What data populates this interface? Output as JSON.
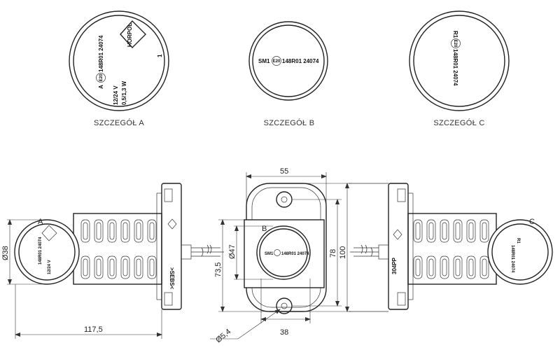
{
  "details": {
    "a": {
      "caption": "SZCZEGÓŁ A",
      "letter": "A",
      "approval_e": "E20",
      "approval_rest": "148R01 24074",
      "brand": "HORPOL",
      "voltage": "12/24 V",
      "power": "0,5/1,3 W",
      "index": "1"
    },
    "b": {
      "caption": "SZCZEGÓŁ B",
      "prefix": "SM1",
      "approval_e": "E20",
      "approval_rest": "148R01 24074"
    },
    "c": {
      "caption": "SZCZEGÓŁ C",
      "prefix": "R1",
      "approval_e": "E20",
      "approval_rest": "148R01 24074"
    }
  },
  "views": {
    "left": {
      "detail_letter": "A",
      "dim_diameter": "Ø38",
      "dim_length": "117,5",
      "side_marking": ">SEBS<"
    },
    "front": {
      "detail_letter": "B",
      "dim_width_top": "55",
      "dim_width_bottom": "38",
      "dim_diameter": "Ø47",
      "dim_height_outer": "73,5",
      "dim_height_78": "78",
      "dim_height_100": "100",
      "dim_hole": "Ø5,4"
    },
    "right": {
      "detail_letter": "C",
      "side_marking": "304PP"
    }
  },
  "colors": {
    "line": "#222222",
    "background": "#ffffff"
  }
}
